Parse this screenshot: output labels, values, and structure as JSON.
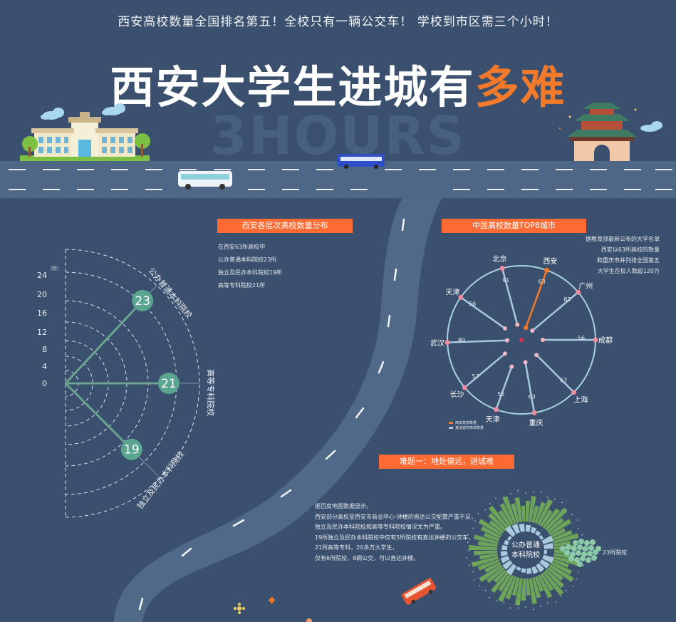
{
  "header": {
    "subtitle": "西安高校数量全国排名第五！全校只有一辆公交车！ 学校到市区需三个小时！",
    "title_main": "西安大学生进城有",
    "title_highlight": "多难",
    "background_word": "3HOURS"
  },
  "colors": {
    "background": "#3a506e",
    "accent": "#ff6a33",
    "teal": "#5aa590",
    "green": "#6ea35a",
    "light_blue": "#a8c8dc"
  },
  "section_left": {
    "label": "西安各层次高校数量分布",
    "notes": [
      "在西安63所高校中",
      "公办普通本科院校23所",
      "独立及民办本科院校19所",
      "高等专科院校21所"
    ],
    "unit": "（所）",
    "ticks": [
      "24",
      "20",
      "16",
      "12",
      "8",
      "4",
      "0"
    ]
  },
  "chart_data": [
    {
      "type": "radial",
      "unit": "（所）",
      "ticks": [
        0,
        4,
        8,
        12,
        16,
        20,
        24
      ],
      "series": [
        {
          "name": "公办普通本科院校",
          "value": 23
        },
        {
          "name": "高等专科院校",
          "value": 21
        },
        {
          "name": "独立及民办本科院校",
          "value": 19
        }
      ]
    },
    {
      "type": "radar",
      "title": "中国高校数量TOP8城市",
      "categories": [
        "西安",
        "广州",
        "成都",
        "上海",
        "重庆",
        "天津",
        "长沙",
        "武汉",
        "天津",
        "北京"
      ],
      "values": [
        63,
        82,
        56,
        67,
        63,
        55,
        57,
        80,
        56,
        91
      ],
      "legend": [
        "西安高校数量",
        "其他城市高校数量"
      ]
    }
  ],
  "section_right": {
    "label": "中国高校数量TOP8城市",
    "notes": [
      "据教育部最新公布的大学名单",
      "西安以63所高校的数量",
      "和重庆市并列排全国第五",
      "大学生在校人数超120万"
    ],
    "legend": [
      "西安高校数量",
      "其他城市高校数量"
    ],
    "cities": [
      {
        "name": "西安",
        "value": "63"
      },
      {
        "name": "广州",
        "value": "82"
      },
      {
        "name": "成都",
        "value": "56"
      },
      {
        "name": "上海",
        "value": "67"
      },
      {
        "name": "重庆",
        "value": "63"
      },
      {
        "name": "天津",
        "value": "55"
      },
      {
        "name": "长沙",
        "value": "57"
      },
      {
        "name": "武汉",
        "value": "80"
      },
      {
        "name": "天津",
        "value": "56"
      },
      {
        "name": "北京",
        "value": "91"
      }
    ]
  },
  "section_bottom": {
    "label": "难题一：地处偏远，进城难",
    "notes": [
      "据百度地图数据显示，",
      "西安部分高校至西安市商业中心-钟楼的直达公交配置严重不足，",
      "独立及民办本科院校和高等专科院校情况尤为严重。",
      "19所独立及民办本科院校中仅有5所院校有直达钟楼的公交车，",
      "21所高等专科，20多万大学生，",
      "仅有6所院校，8辆公交，可以直达钟楼。"
    ],
    "circle_label_1": "公办普通",
    "circle_label_2": "本科院校",
    "side_label": "23所院校"
  }
}
